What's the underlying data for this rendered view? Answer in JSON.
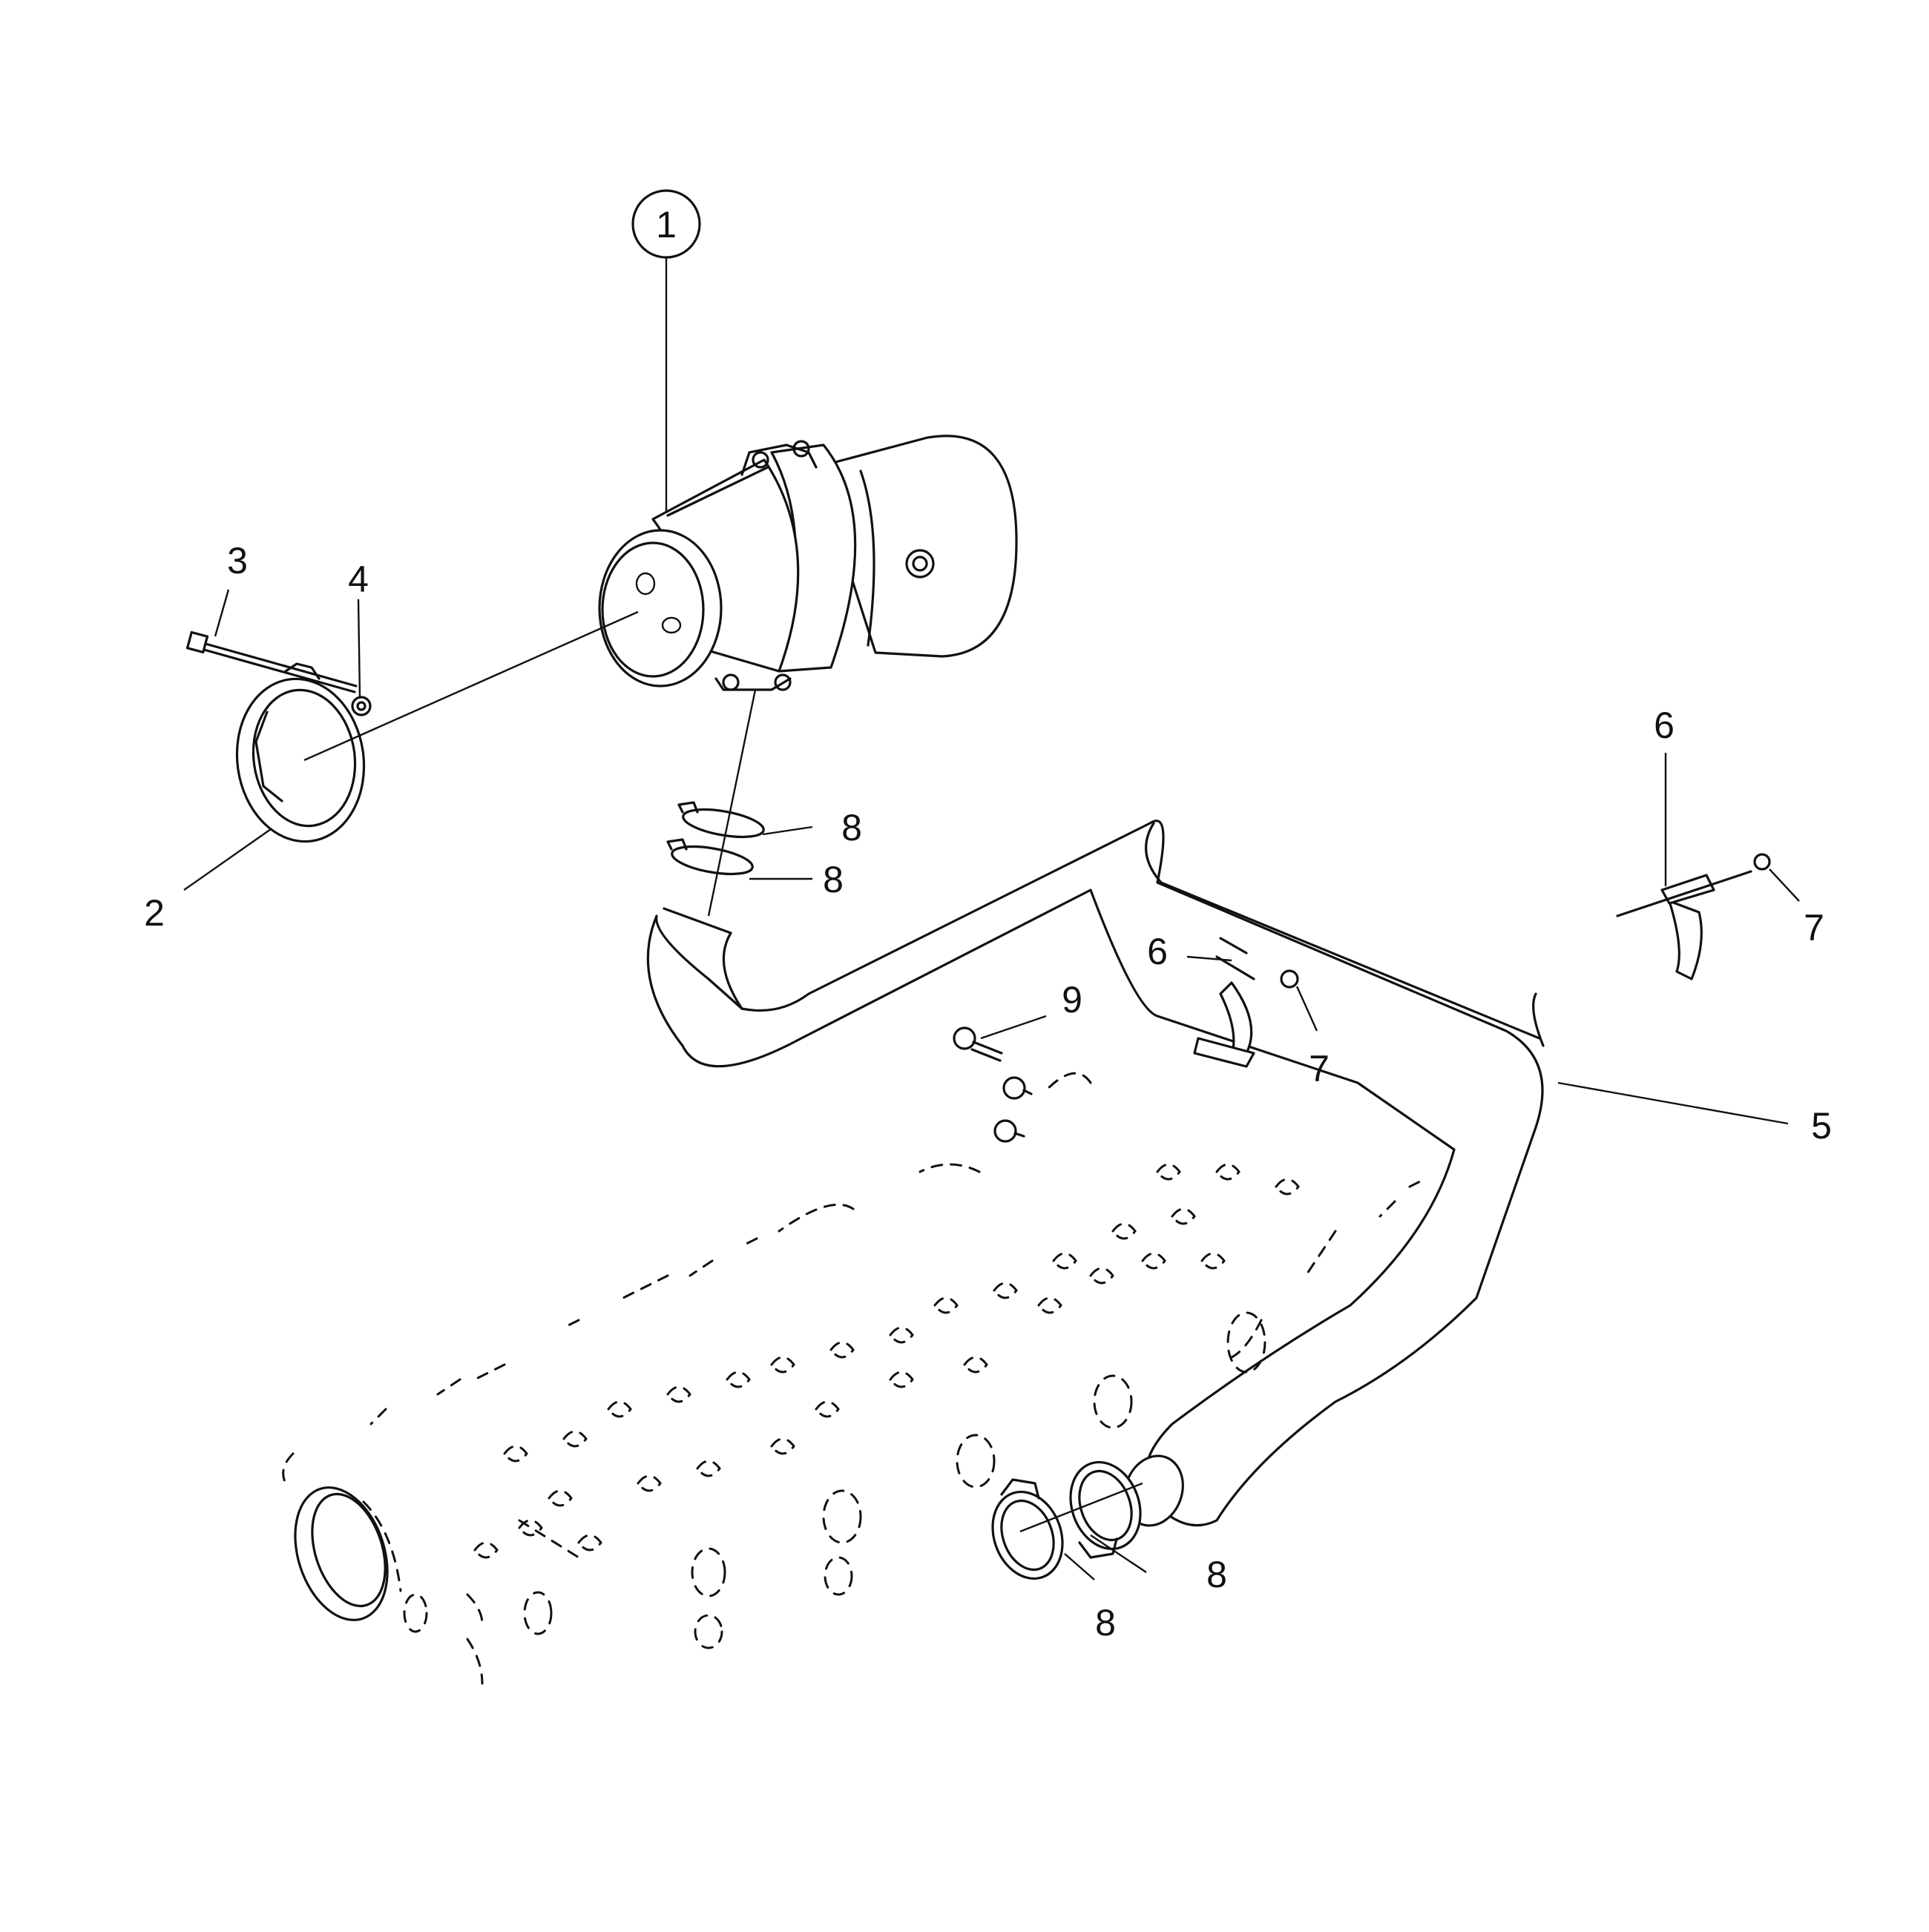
{
  "diagram": {
    "callouts": [
      {
        "id": "c1",
        "label": "1"
      },
      {
        "id": "c2",
        "label": "2"
      },
      {
        "id": "c3",
        "label": "3"
      },
      {
        "id": "c4",
        "label": "4"
      },
      {
        "id": "c5",
        "label": "5"
      },
      {
        "id": "c6a",
        "label": "6"
      },
      {
        "id": "c6b",
        "label": "6"
      },
      {
        "id": "c7a",
        "label": "7"
      },
      {
        "id": "c7b",
        "label": "7"
      },
      {
        "id": "c8a",
        "label": "8"
      },
      {
        "id": "c8b",
        "label": "8"
      },
      {
        "id": "c8c",
        "label": "8"
      },
      {
        "id": "c8d",
        "label": "8"
      },
      {
        "id": "c9",
        "label": "9"
      }
    ]
  }
}
